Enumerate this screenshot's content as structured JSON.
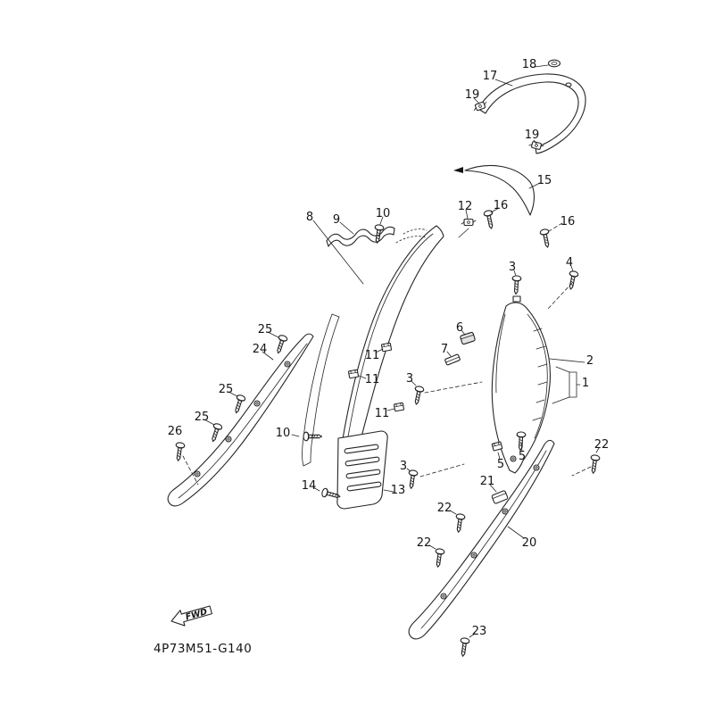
{
  "diagram": {
    "code": "4P73M51-G140",
    "fwd_label": "FWD",
    "callouts": [
      {
        "n": "18"
      },
      {
        "n": "17"
      },
      {
        "n": "19"
      },
      {
        "n": "19"
      },
      {
        "n": "15"
      },
      {
        "n": "16"
      },
      {
        "n": "16"
      },
      {
        "n": "12"
      },
      {
        "n": "10"
      },
      {
        "n": "9"
      },
      {
        "n": "8"
      },
      {
        "n": "3"
      },
      {
        "n": "4"
      },
      {
        "n": "2"
      },
      {
        "n": "1"
      },
      {
        "n": "6"
      },
      {
        "n": "7"
      },
      {
        "n": "11"
      },
      {
        "n": "11"
      },
      {
        "n": "3"
      },
      {
        "n": "25"
      },
      {
        "n": "24"
      },
      {
        "n": "25"
      },
      {
        "n": "25"
      },
      {
        "n": "26"
      },
      {
        "n": "10"
      },
      {
        "n": "11"
      },
      {
        "n": "13"
      },
      {
        "n": "14"
      },
      {
        "n": "3"
      },
      {
        "n": "5"
      },
      {
        "n": "5"
      },
      {
        "n": "22"
      },
      {
        "n": "21"
      },
      {
        "n": "22"
      },
      {
        "n": "22"
      },
      {
        "n": "20"
      },
      {
        "n": "23"
      }
    ]
  }
}
